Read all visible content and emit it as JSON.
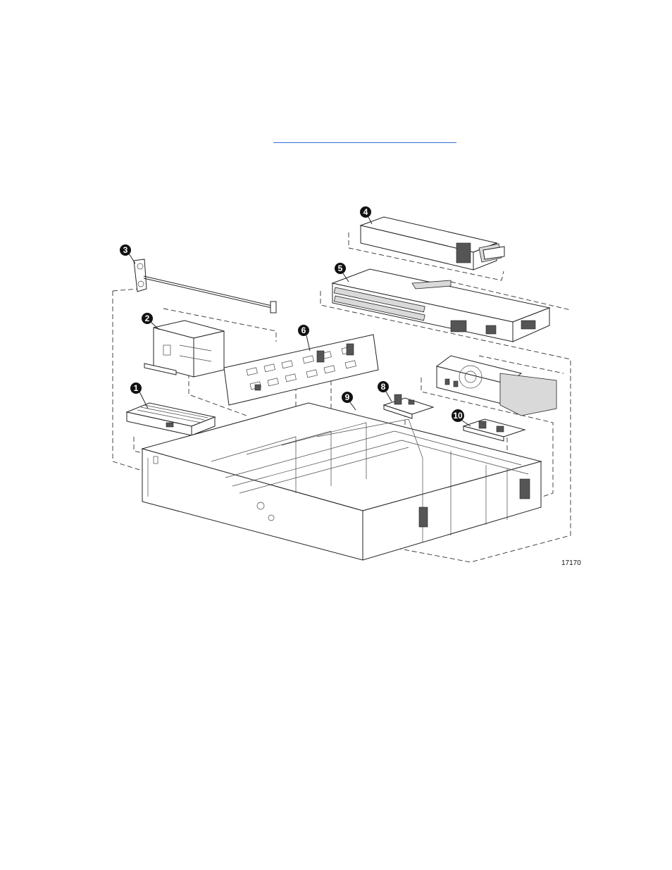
{
  "link": {
    "text": ""
  },
  "figure": {
    "id_label": "17170",
    "callouts": [
      "1",
      "2",
      "3",
      "4",
      "5",
      "6",
      "8",
      "9",
      "10"
    ]
  }
}
